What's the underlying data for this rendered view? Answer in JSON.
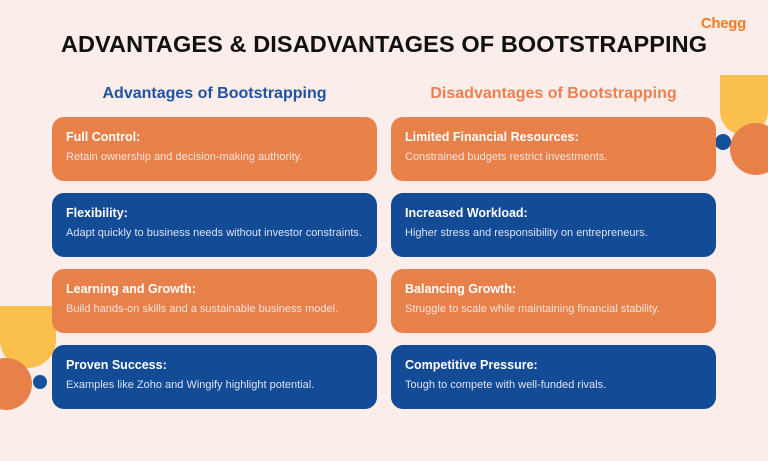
{
  "brand": {
    "logo_text": "Chegg",
    "logo_color": "#F47B20"
  },
  "header": {
    "title": "ADVANTAGES & DISADVANTAGES OF BOOTSTRAPPING"
  },
  "theme": {
    "background": "#FBEDE9",
    "orange": "#E8804A",
    "blue": "#144B96",
    "yellow": "#FBBF4D",
    "heading_blue": "#1F52A0",
    "heading_orange": "#EC8050"
  },
  "columns": [
    {
      "heading": "Advantages of Bootstrapping",
      "heading_color": "#1F52A0",
      "cards": [
        {
          "title": "Full Control:",
          "body": "Retain ownership and decision-making authority.",
          "color": "orange"
        },
        {
          "title": "Flexibility:",
          "body": "Adapt quickly to business needs without investor constraints.",
          "color": "blue"
        },
        {
          "title": "Learning and Growth:",
          "body": "Build hands-on skills and a sustainable business model.",
          "color": "orange"
        },
        {
          "title": "Proven Success:",
          "body": "Examples like Zoho and Wingify highlight potential.",
          "color": "blue"
        }
      ]
    },
    {
      "heading": "Disadvantages of Bootstrapping",
      "heading_color": "#EC8050",
      "cards": [
        {
          "title": "Limited Financial Resources:",
          "body": "Constrained budgets restrict investments.",
          "color": "orange"
        },
        {
          "title": "Increased Workload:",
          "body": "Higher stress and responsibility on entrepreneurs.",
          "color": "blue"
        },
        {
          "title": "Balancing Growth:",
          "body": "Struggle to scale while maintaining financial stability.",
          "color": "orange"
        },
        {
          "title": "Competitive Pressure:",
          "body": "Tough to compete with well-funded rivals.",
          "color": "blue"
        }
      ]
    }
  ],
  "decorations": [
    {
      "name": "yellow-half-circle-right",
      "color": "#FBBF4D"
    },
    {
      "name": "orange-circle-right",
      "color": "#E8804A"
    },
    {
      "name": "blue-dot-right",
      "color": "#15509B"
    },
    {
      "name": "yellow-half-circle-left",
      "color": "#FBBF4D"
    },
    {
      "name": "orange-circle-left",
      "color": "#E8804A"
    },
    {
      "name": "blue-dot-left",
      "color": "#15509B"
    }
  ]
}
